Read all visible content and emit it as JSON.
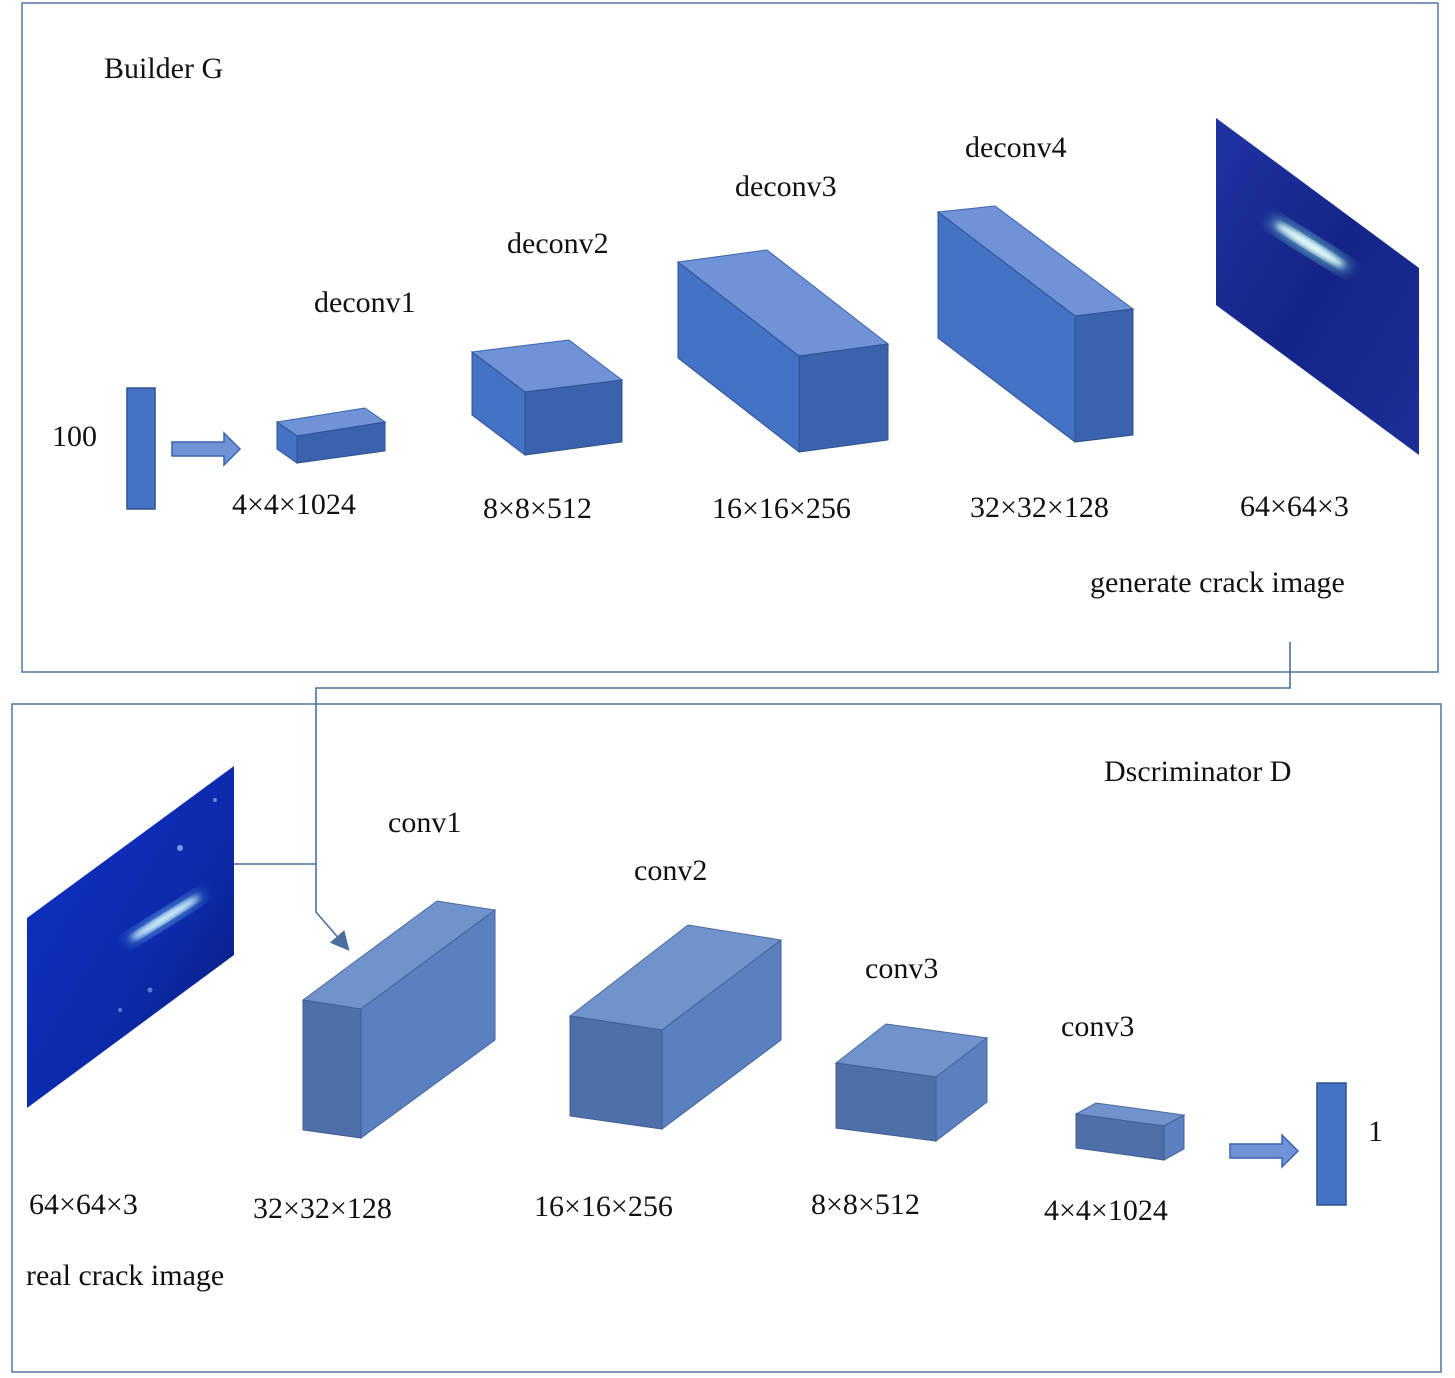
{
  "generator": {
    "title": "Builder G",
    "input_label": "100",
    "layers": [
      {
        "name": "deconv1",
        "size": "4×4×1024"
      },
      {
        "name": "deconv2",
        "size": "8×8×512"
      },
      {
        "name": "deconv3",
        "size": "16×16×256"
      },
      {
        "name": "deconv4",
        "size": "32×32×128"
      }
    ],
    "output_size": "64×64×3",
    "output_caption": "generate crack image"
  },
  "discriminator": {
    "title": "Dscriminator D",
    "input_size": "64×64×3",
    "input_caption": "real crack image",
    "layers": [
      {
        "name": "conv1",
        "size": "32×32×128"
      },
      {
        "name": "conv2",
        "size": "16×16×256"
      },
      {
        "name": "conv3",
        "size": "8×8×512"
      },
      {
        "name": "conv3",
        "size": "4×4×1024"
      }
    ],
    "output_label": "1"
  },
  "colors": {
    "block_front": "#4472c4",
    "block_top": "#6f93d6",
    "block_side": "#3a62ad",
    "disc_front": "#4f6fa8",
    "disc_side": "#5a80c0",
    "disc_top": "#7193cc",
    "frame": "#5b7fa6",
    "image_dark": "#0a1a8a",
    "crack": "#d8f6ff"
  }
}
